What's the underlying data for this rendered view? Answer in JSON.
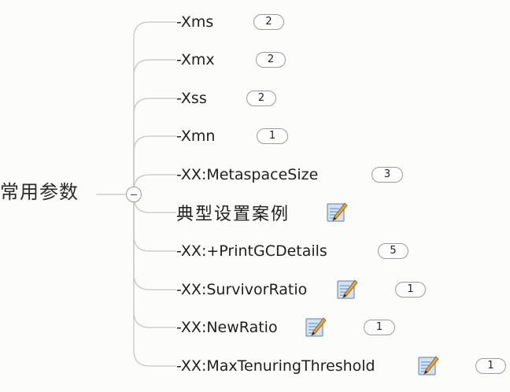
{
  "root": {
    "label": "常用参数",
    "collapse_symbol": "−"
  },
  "children": [
    {
      "label": "-Xms",
      "count": "2",
      "note": false
    },
    {
      "label": "-Xmx",
      "count": "2",
      "note": false
    },
    {
      "label": "-Xss",
      "count": "2",
      "note": false
    },
    {
      "label": "-Xmn",
      "count": "1",
      "note": false
    },
    {
      "label": "-XX:MetaspaceSize",
      "count": "3",
      "note": false
    },
    {
      "label": "典型设置案例",
      "count": null,
      "note": true
    },
    {
      "label": "-XX:+PrintGCDetails",
      "count": "5",
      "note": false
    },
    {
      "label": "-XX:SurvivorRatio",
      "count": "1",
      "note": true
    },
    {
      "label": "-XX:NewRatio",
      "count": "1",
      "note": true
    },
    {
      "label": "-XX:MaxTenuringThreshold",
      "count": "1",
      "note": true
    }
  ],
  "icons": {
    "note": "note-pencil-icon",
    "collapse": "collapse-minus-icon"
  },
  "colors": {
    "connector": "#c4c4c4",
    "badge_border": "#9c9c9c",
    "note_paper": "#cfe3f6",
    "pencil": "#e8a33a"
  }
}
